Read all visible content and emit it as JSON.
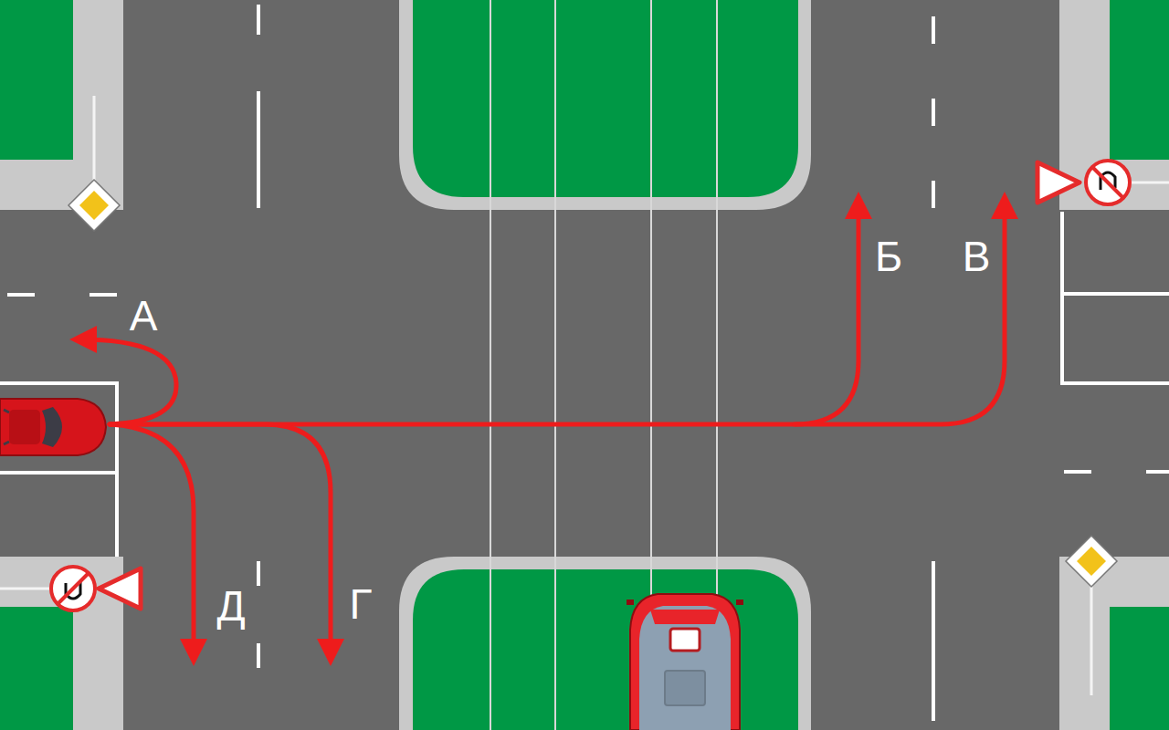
{
  "diagram": {
    "labels": [
      "А",
      "Б",
      "В",
      "Г",
      "Д"
    ]
  }
}
